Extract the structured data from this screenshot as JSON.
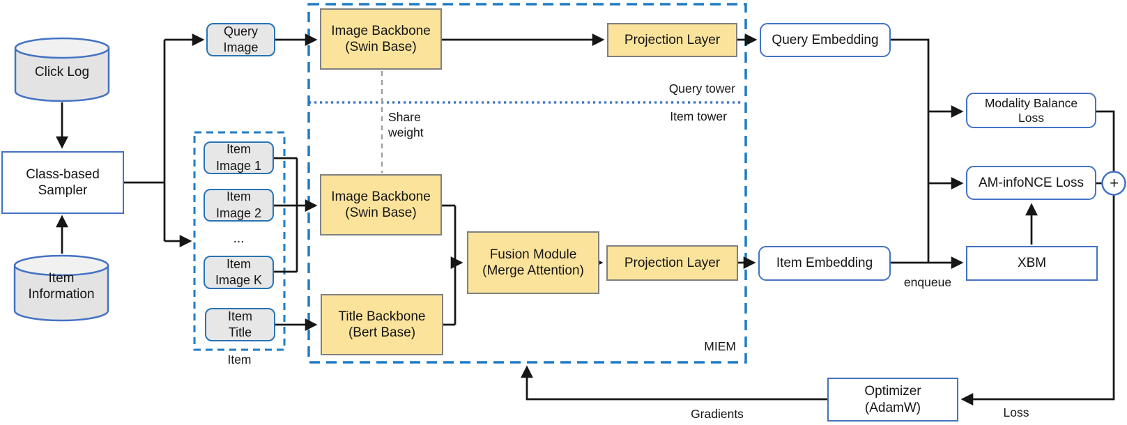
{
  "colors": {
    "box_yellow_fill": "#FBE39B",
    "box_yellow_border": "#808080",
    "pill_gray_fill": "#E7E7E7",
    "pill_gray_border": "#2773B4",
    "white_box_border": "#4472C4",
    "dashed_region_blue": "#1F7BC5",
    "dotted_divider_blue": "#3A6FC0",
    "share_weight_gray": "#A0A0A0",
    "connector_black": "#161616"
  },
  "nodes": {
    "click_log": {
      "label": "Click Log"
    },
    "item_information": {
      "label": "Item\nInformation"
    },
    "class_based_sampler": {
      "label": "Class-based\nSampler"
    },
    "query_image": {
      "label": "Query\nImage"
    },
    "item_image_1": {
      "label": "Item\nImage 1"
    },
    "item_image_2": {
      "label": "Item\nImage 2"
    },
    "item_images_ellipsis": {
      "label": "..."
    },
    "item_image_k": {
      "label": "Item\nImage K"
    },
    "item_title": {
      "label": "Item\nTitle"
    },
    "image_backbone_query": {
      "label": "Image Backbone\n(Swin Base)"
    },
    "projection_layer_query": {
      "label": "Projection Layer"
    },
    "query_embedding": {
      "label": "Query Embedding"
    },
    "image_backbone_item": {
      "label": "Image Backbone\n(Swin Base)"
    },
    "title_backbone": {
      "label": "Title Backbone\n(Bert Base)"
    },
    "fusion_module": {
      "label": "Fusion Module\n(Merge Attention)"
    },
    "projection_layer_item": {
      "label": "Projection Layer"
    },
    "item_embedding": {
      "label": "Item Embedding"
    },
    "modality_balance_loss": {
      "label": "Modality Balance\nLoss"
    },
    "am_infonce_loss": {
      "label": "AM-infoNCE Loss"
    },
    "xbm": {
      "label": "XBM"
    },
    "optimizer": {
      "label": "Optimizer\n(AdamW)"
    }
  },
  "annotations": {
    "share_weight": "Share\nweight",
    "query_tower": "Query tower",
    "item_tower": "Item tower",
    "miem": "MIEM",
    "item_group": "Item",
    "enqueue": "enqueue",
    "loss": "Loss",
    "gradients": "Gradients",
    "plus_sign": "+"
  }
}
